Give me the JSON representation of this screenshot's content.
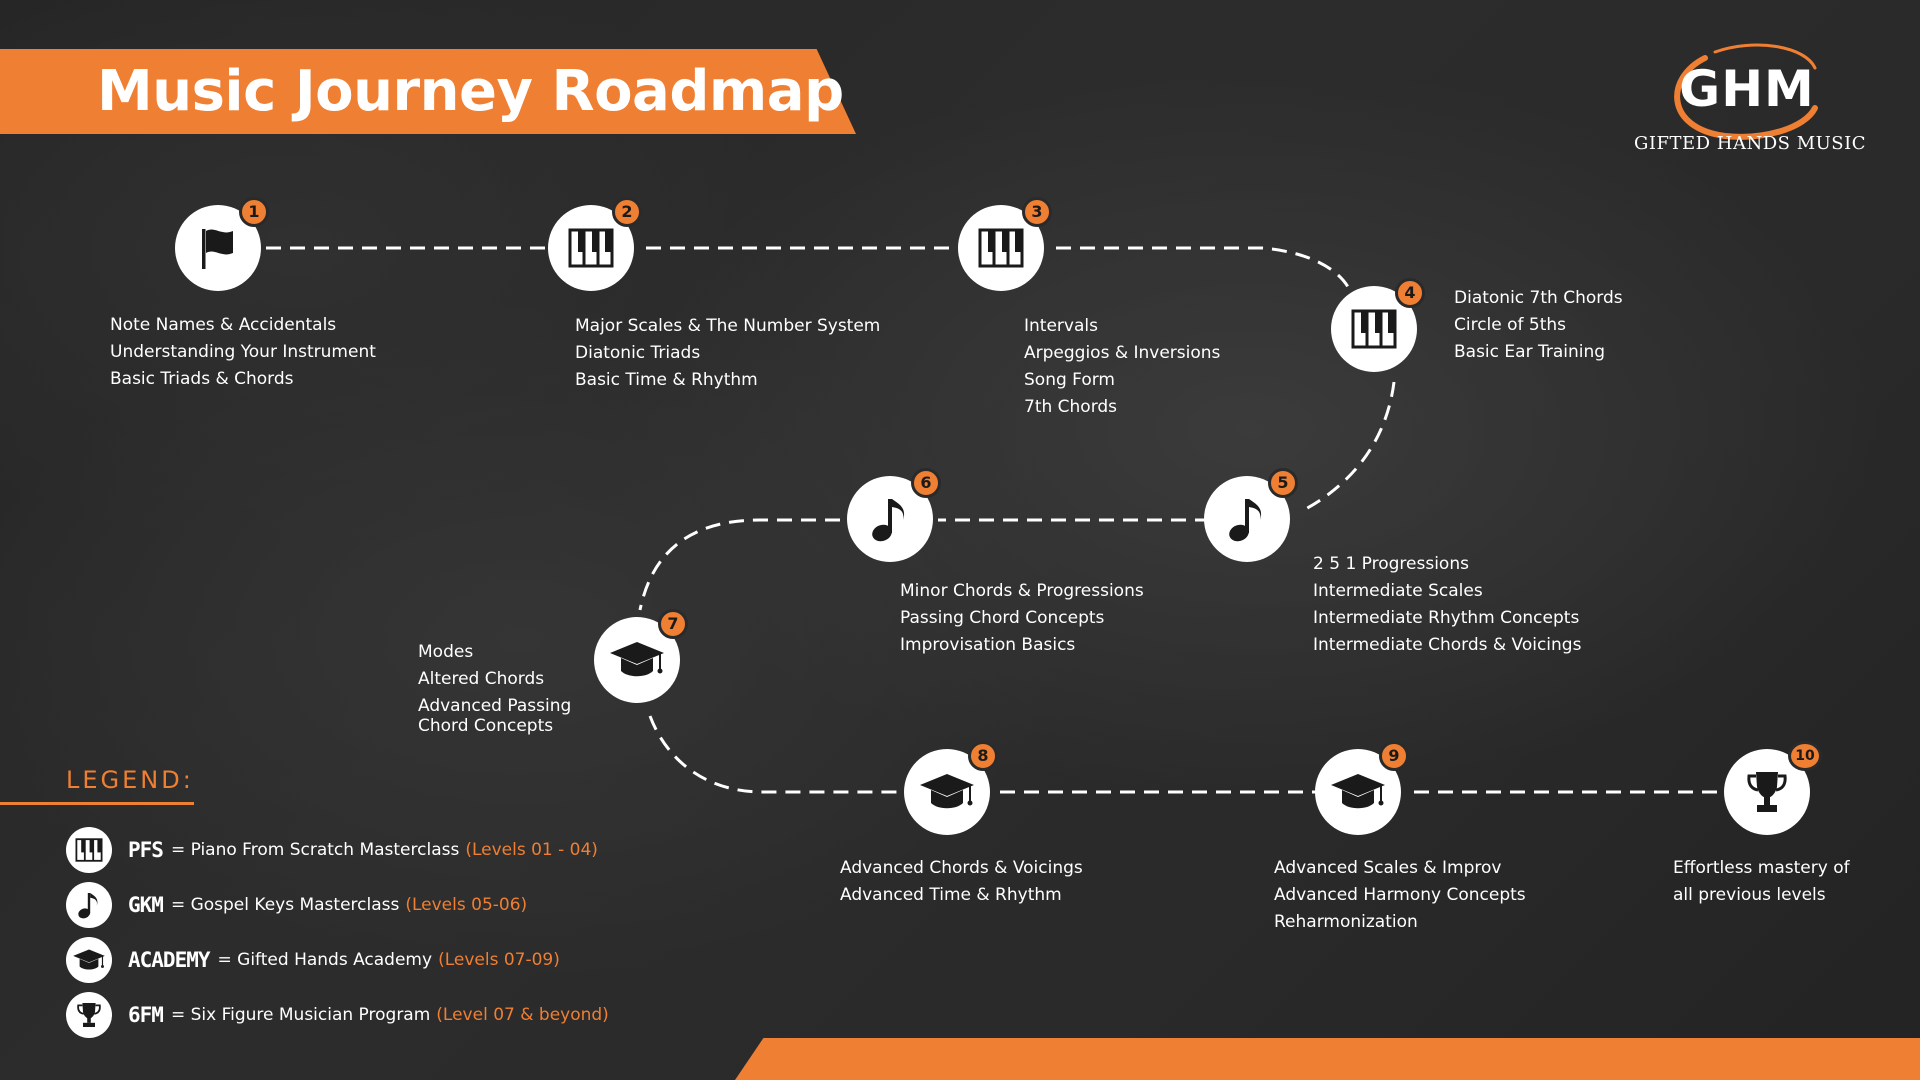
{
  "title": "Music Journey Roadmap",
  "logo": {
    "mark": "GHM",
    "name": "GIFTED HANDS MUSIC"
  },
  "colors": {
    "accent": "#ef7f32",
    "background": "#2a2a2a",
    "text": "#ffffff",
    "icon": "#1a1a1a"
  },
  "milestones": [
    {
      "number": "1",
      "icon": "flag-icon",
      "topics": [
        "Note Names & Accidentals",
        "Understanding Your Instrument",
        "Basic Triads & Chords"
      ]
    },
    {
      "number": "2",
      "icon": "piano-keys-icon",
      "topics": [
        "Major Scales & The Number System",
        "Diatonic Triads",
        "Basic Time & Rhythm"
      ]
    },
    {
      "number": "3",
      "icon": "piano-keys-icon",
      "topics": [
        "Intervals",
        "Arpeggios & Inversions",
        "Song Form",
        "7th Chords"
      ]
    },
    {
      "number": "4",
      "icon": "piano-keys-icon",
      "topics": [
        "Diatonic 7th Chords",
        "Circle of 5ths",
        "Basic Ear Training"
      ]
    },
    {
      "number": "5",
      "icon": "music-note-icon",
      "topics": [
        "2 5 1 Progressions",
        "Intermediate Scales",
        "Intermediate Rhythm Concepts",
        "Intermediate Chords & Voicings"
      ]
    },
    {
      "number": "6",
      "icon": "music-note-icon",
      "topics": [
        "Minor Chords & Progressions",
        "Passing Chord Concepts",
        "Improvisation Basics"
      ]
    },
    {
      "number": "7",
      "icon": "graduation-cap-icon",
      "topics": [
        "Modes",
        "Altered Chords",
        "Advanced Passing",
        "Chord Concepts"
      ]
    },
    {
      "number": "8",
      "icon": "graduation-cap-icon",
      "topics": [
        "Advanced Chords & Voicings",
        "Advanced Time & Rhythm"
      ]
    },
    {
      "number": "9",
      "icon": "graduation-cap-icon",
      "topics": [
        "Advanced Scales & Improv",
        "Advanced Harmony Concepts",
        "Reharmonization"
      ]
    },
    {
      "number": "10",
      "icon": "trophy-icon",
      "topics": [
        "Effortless mastery of",
        "all previous levels"
      ]
    }
  ],
  "legend": {
    "title": "LEGEND:",
    "items": [
      {
        "icon": "piano-keys-icon",
        "code": "PFS",
        "desc": "= Piano From Scratch Masterclass",
        "levels": "(Levels 01 - 04)"
      },
      {
        "icon": "music-note-icon",
        "code": "GKM",
        "desc": "= Gospel Keys Masterclass",
        "levels": "(Levels 05-06)"
      },
      {
        "icon": "graduation-cap-icon",
        "code": "ACADEMY",
        "desc": "= Gifted Hands Academy",
        "levels": "(Levels 07-09)"
      },
      {
        "icon": "trophy-icon",
        "code": "6FM",
        "desc": "= Six Figure Musician Program",
        "levels": "(Level 07 & beyond)"
      }
    ]
  }
}
